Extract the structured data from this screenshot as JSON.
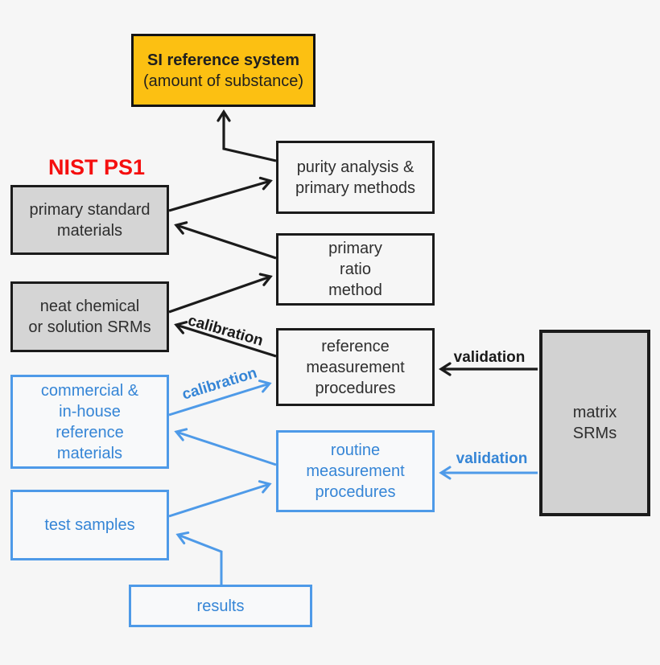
{
  "annotation": {
    "text": "NIST PS1"
  },
  "nodes": {
    "si_reference_system": {
      "title": "SI reference system",
      "subtitle": "(amount of substance)"
    },
    "primary_standard_materials": {
      "text": "primary standard\nmaterials"
    },
    "neat_chemical_srms": {
      "text": "neat chemical\nor solution SRMs"
    },
    "purity_analysis": {
      "text": "purity analysis &\nprimary methods"
    },
    "primary_ratio_method": {
      "text": "primary\nratio\nmethod"
    },
    "reference_measurement_procedures": {
      "text": "reference\nmeasurement\nprocedures"
    },
    "matrix_srms": {
      "text": "matrix\nSRMs"
    },
    "commercial_reference_materials": {
      "text": "commercial &\nin-house\nreference\nmaterials"
    },
    "test_samples": {
      "text": "test samples"
    },
    "routine_measurement_procedures": {
      "text": "routine\nmeasurement\nprocedures"
    },
    "results": {
      "text": "results"
    }
  },
  "edge_labels": {
    "calibration_primary": "calibration",
    "validation_primary": "validation",
    "calibration_secondary": "calibration",
    "validation_secondary": "validation"
  },
  "colors": {
    "gold": "#fcc012",
    "gray_fill": "#d5d5d5",
    "blue_accent": "#4e9ae8",
    "blue_text": "#3585d6",
    "red_label": "#f50f0f",
    "line_black": "#1b1b1b",
    "background": "#f6f6f6"
  }
}
